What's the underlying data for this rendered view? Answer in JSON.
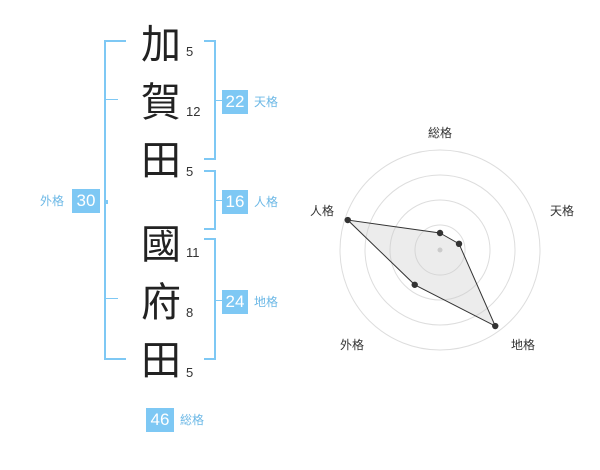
{
  "name": {
    "chars": [
      {
        "char": "加",
        "strokes": "5"
      },
      {
        "char": "賀",
        "strokes": "12"
      },
      {
        "char": "田",
        "strokes": "5"
      },
      {
        "char": "國",
        "strokes": "11"
      },
      {
        "char": "府",
        "strokes": "8"
      },
      {
        "char": "田",
        "strokes": "5"
      }
    ]
  },
  "kaku": {
    "tenkaku": {
      "label": "天格",
      "value": "22"
    },
    "jinkaku": {
      "label": "人格",
      "value": "16"
    },
    "chikaku": {
      "label": "地格",
      "value": "24"
    },
    "gaikaku": {
      "label": "外格",
      "value": "30"
    },
    "soukaku": {
      "label": "総格",
      "value": "46"
    }
  },
  "chart_data": {
    "type": "radar",
    "axes": [
      "総格",
      "天格",
      "地格",
      "外格",
      "人格"
    ],
    "values": [
      0.17,
      0.2,
      0.94,
      0.43,
      0.97
    ],
    "rings": 4
  },
  "colors": {
    "accent": "#7ec8f4",
    "label": "#6cb8e6",
    "fill": "#e6e6e6"
  }
}
